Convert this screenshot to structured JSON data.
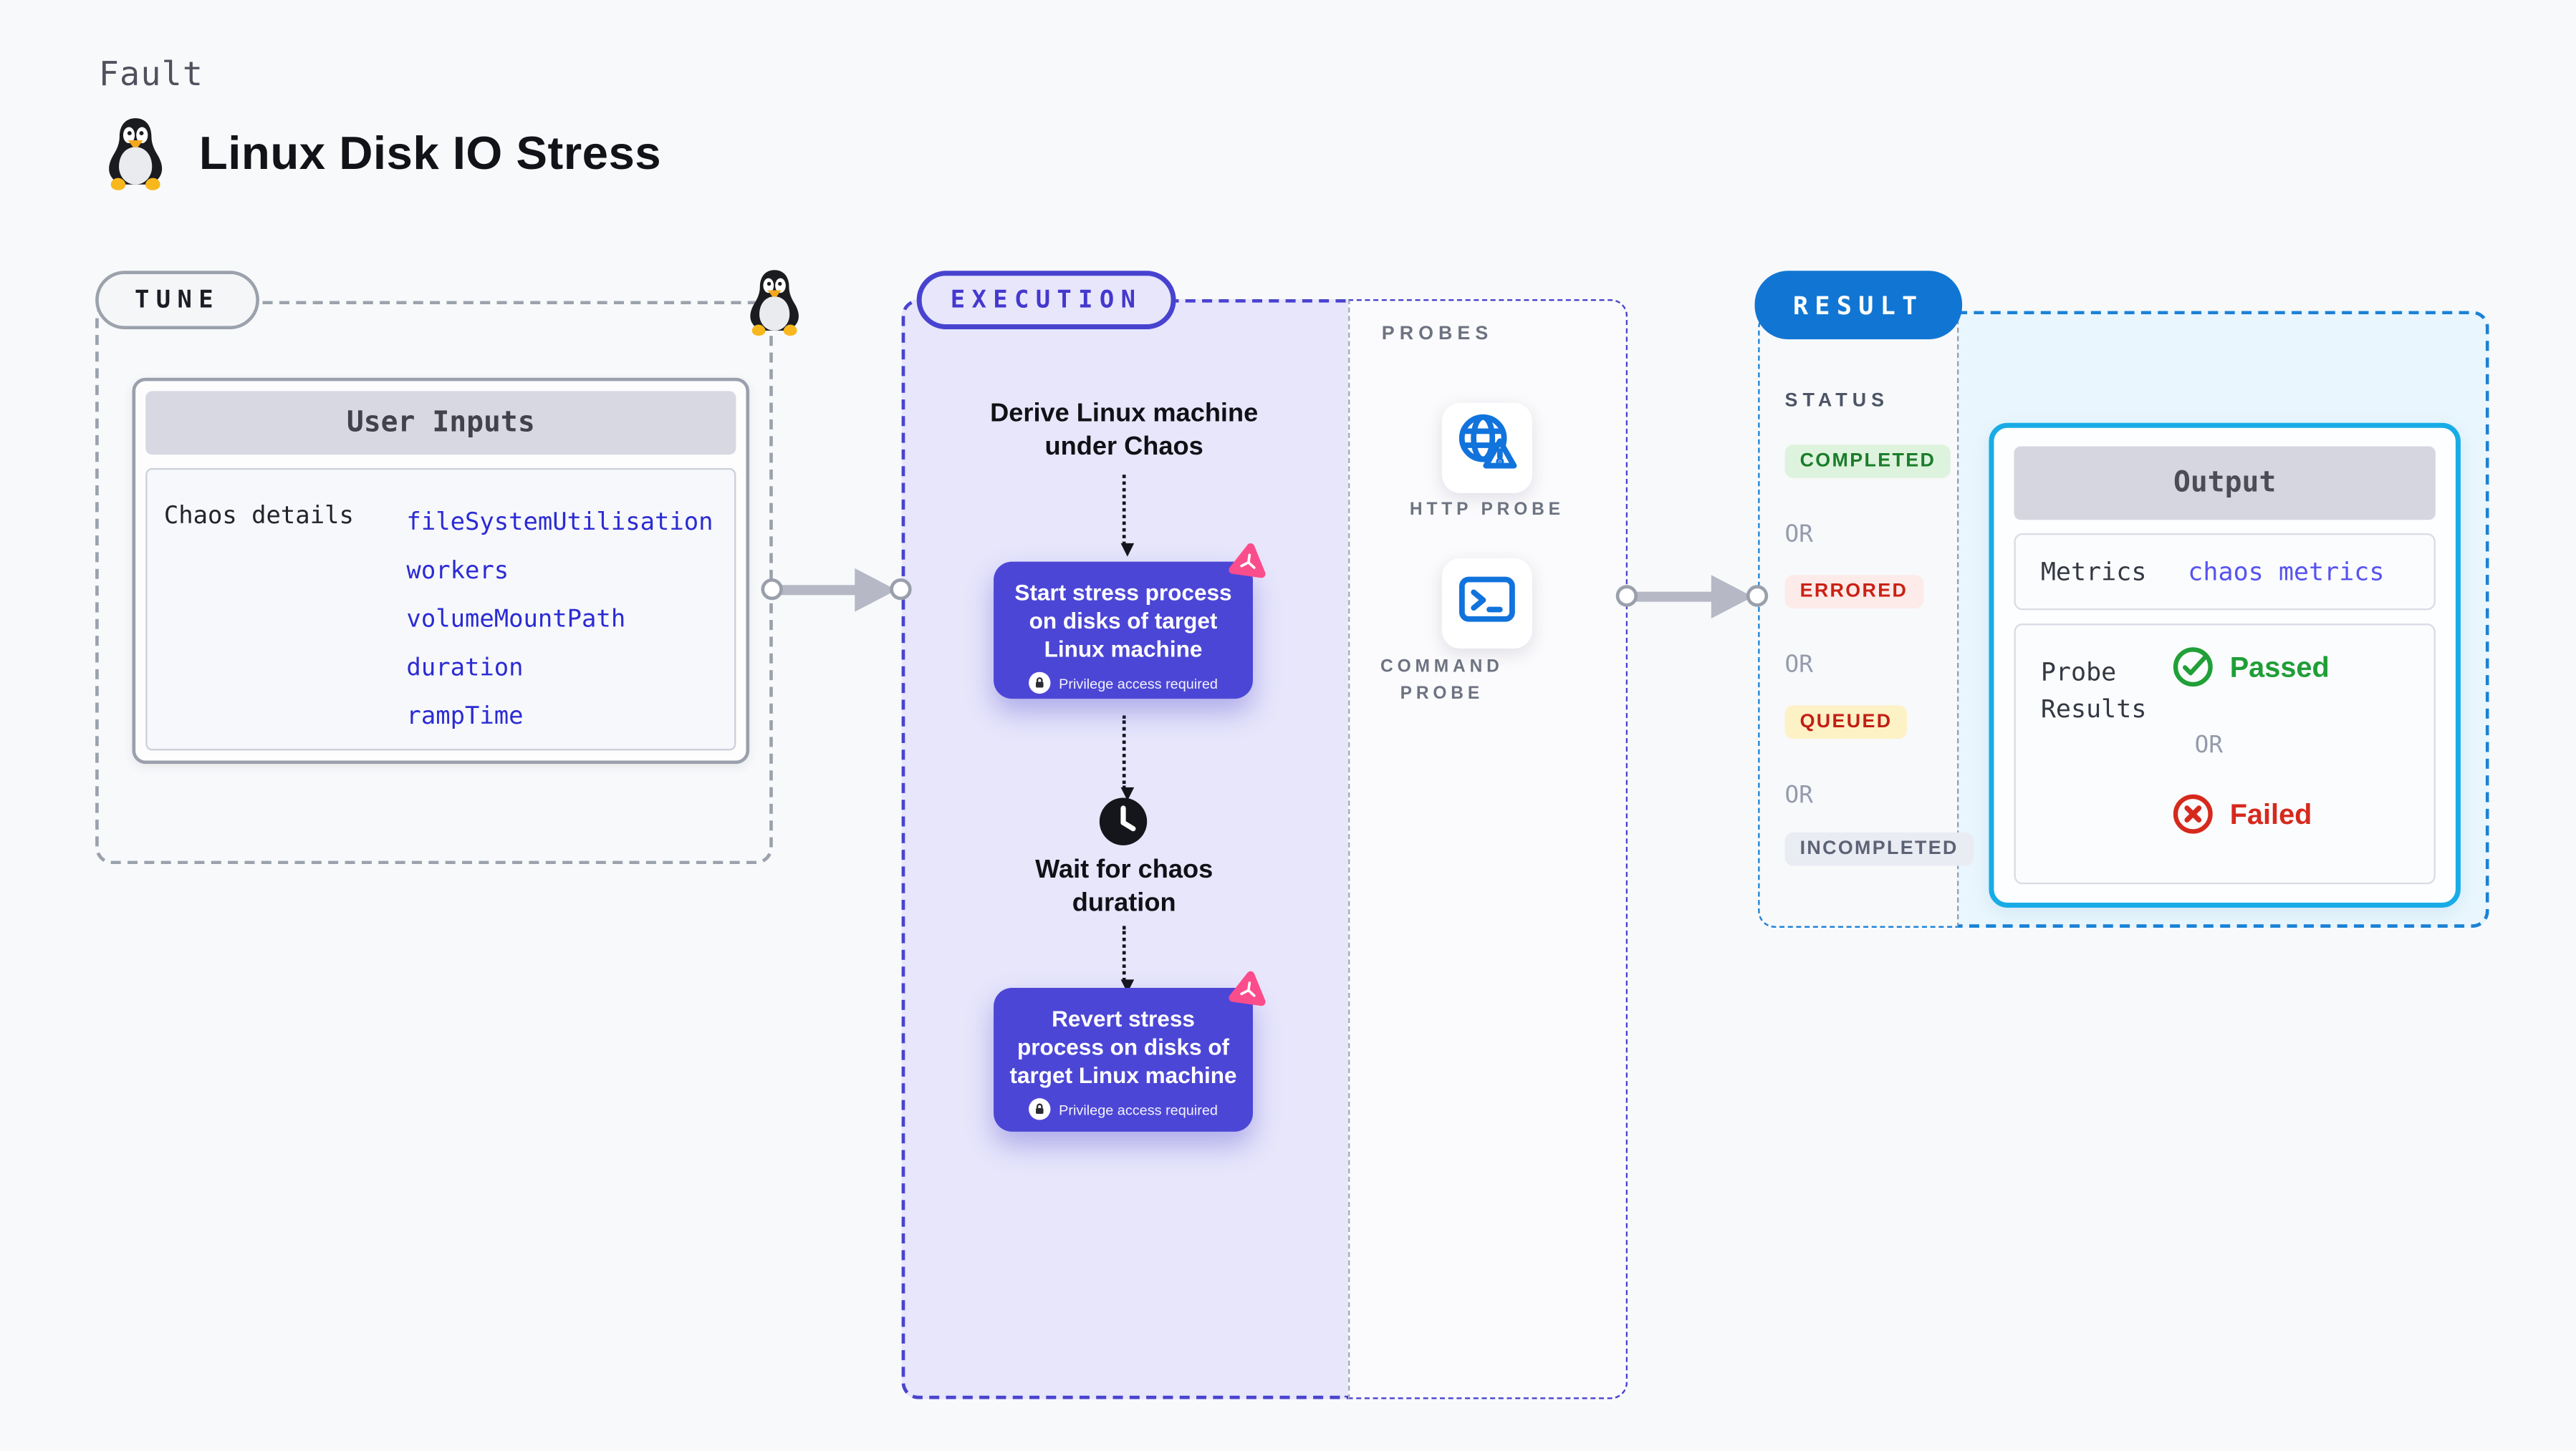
{
  "header": {
    "kicker": "Fault",
    "title": "Linux Disk IO Stress",
    "icon": "tux-penguin"
  },
  "tune": {
    "badge": "TUNE",
    "card": {
      "title": "User Inputs",
      "row_label": "Chaos details",
      "inputs": [
        "fileSystemUtilisation",
        "workers",
        "volumeMountPath",
        "duration",
        "rampTime"
      ]
    }
  },
  "execution": {
    "badge": "EXECUTION",
    "derive": {
      "line1": "Derive Linux machine",
      "line2": "under Chaos"
    },
    "start_node": {
      "line1": "Start stress process",
      "line2": "on disks of target",
      "line3": "Linux machine",
      "privilege": "Privilege access required"
    },
    "wait": {
      "line1": "Wait for chaos",
      "line2": "duration"
    },
    "revert_node": {
      "line1": "Revert stress",
      "line2": "process on disks of",
      "line3": "target Linux machine",
      "privilege": "Privilege access required"
    }
  },
  "probes": {
    "label": "PROBES",
    "http_label": "HTTP PROBE",
    "command_label": "COMMAND PROBE"
  },
  "result": {
    "badge": "RESULT",
    "status_label": "STATUS",
    "or_label": "OR",
    "statuses": {
      "completed": "COMPLETED",
      "errored": "ERRORED",
      "queued": "QUEUED",
      "incompleted": "INCOMPLETED"
    },
    "output": {
      "title": "Output",
      "metrics_label": "Metrics",
      "metrics_value": "chaos metrics",
      "probe_line1": "Probe",
      "probe_line2": "Results",
      "passed": "Passed",
      "failed": "Failed"
    }
  },
  "colors": {
    "page_bg": "#f8f9fb",
    "indigo_accent": "#4843cf",
    "node_indigo": "#4c46d6",
    "lavender_fill": "#e7e6fb",
    "result_blue": "#1176d3",
    "result_fill": "#e9f6fd",
    "output_border_cyan": "#18ace6",
    "probe_icon_blue": "#1173dc",
    "chaos_pink": "#fb4d8b",
    "passed_green": "#1f9e37",
    "failed_red": "#d6291d",
    "code_blue": "#2b2bd3",
    "metrics_blue": "#5653ef"
  }
}
